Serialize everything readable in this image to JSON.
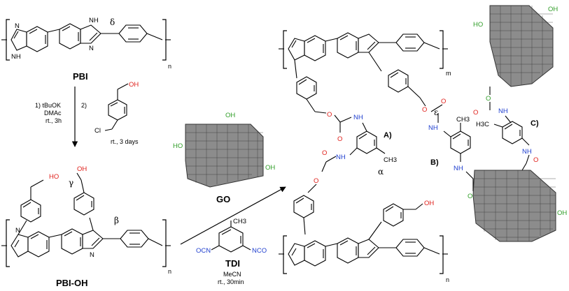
{
  "pbi": {
    "name": "PBI",
    "nh_top": "N",
    "nh_top2": "NH",
    "nh_bottom": "NH",
    "n_bottom": "N",
    "delta": "δ",
    "repeat": "n"
  },
  "step1": {
    "line1": "1) tBuOK",
    "line2": "DMAc",
    "line3": "rt., 3h"
  },
  "step2": {
    "label": "2)",
    "cond": "rt., 3 days",
    "oh": "OH",
    "cl": "Cl"
  },
  "pbioh": {
    "name": "PBI-OH",
    "oh1": "HO",
    "oh2": "OH",
    "gamma": "γ",
    "beta": "β",
    "repeat": "n",
    "n_top": "N",
    "n_bottom": "N"
  },
  "go": {
    "name": "GO",
    "oh_top": "OH",
    "oh_left": "HO",
    "oh_right": "OH"
  },
  "tdi": {
    "name": "TDI",
    "ch3": "CH3",
    "nco_left": "OCN",
    "nco_right": "NCO",
    "solvent": "MeCN",
    "cond": "rt., 30min"
  },
  "product": {
    "repeat_m": "m",
    "repeat_n": "n",
    "label_a": "A)",
    "label_b": "B)",
    "label_c": "C)",
    "alpha": "α",
    "epsilon": "ε",
    "nh": "NH",
    "o": "O",
    "oh": "OH",
    "ho": "HO",
    "h3c": "H3C",
    "ch3": "CH3"
  }
}
